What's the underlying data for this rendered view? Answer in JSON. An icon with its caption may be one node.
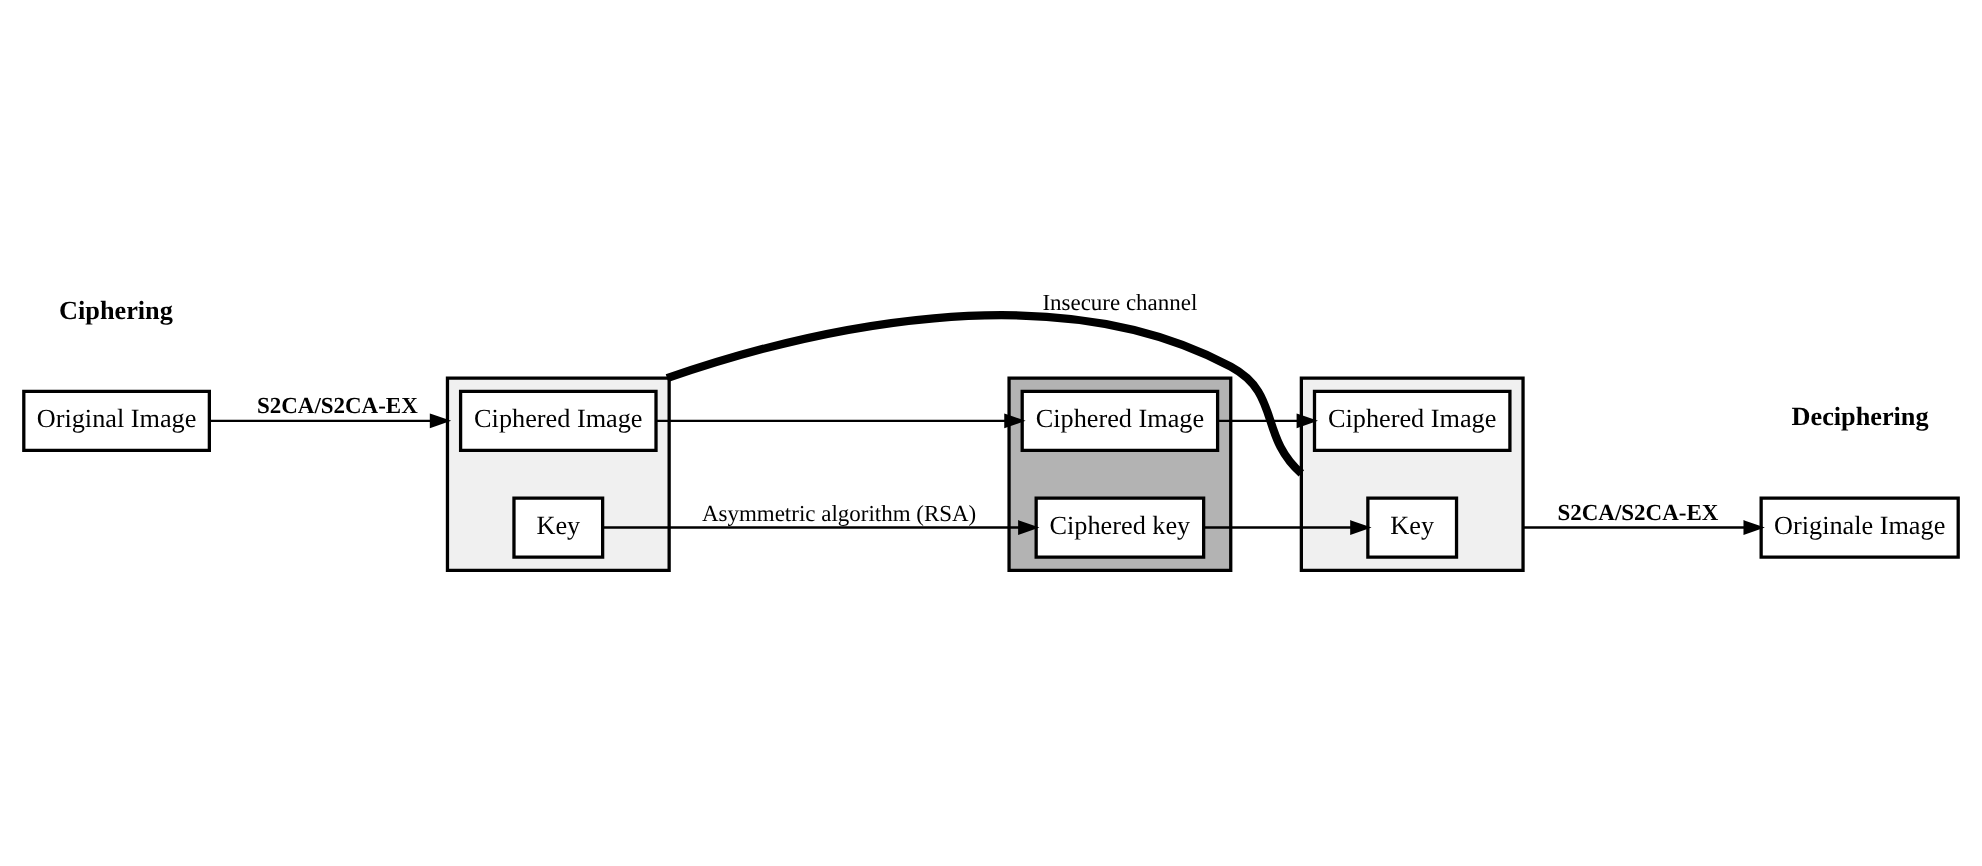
{
  "diagram": {
    "nodes": [
      {
        "text": [
          "Original Image"
        ]
      },
      {
        "text": [],
        "shape": "box"
      },
      {
        "text": [
          "Ciphered Image"
        ],
        "in": 1
      },
      {
        "text": [
          "Key"
        ],
        "in": 1
      },
      {
        "text": [],
        "shape": "box"
      },
      {
        "text": [
          "Key"
        ],
        "in": 4
      },
      {
        "text": [
          "Ciphered Image"
        ],
        "in": 4
      },
      {
        "text": [
          "Originale Image"
        ]
      },
      {
        "text": [],
        "shape": "box"
      },
      {
        "text": [
          "Ciphered key"
        ],
        "in": 8
      },
      {
        "text": [
          "Ciphered Image"
        ],
        "in": 8
      }
    ],
    "edges": [
      {
        "from": 0,
        "to": 1,
        "arrow": "to",
        "label": "S2CA/S2CA-EX"
      },
      {
        "from": 1,
        "to": 4,
        "arrow": "none",
        "label": "Insecure channel",
        "style": "thick"
      },
      {
        "from": 3,
        "to": 9,
        "arrow": "to",
        "label": "Asymmetric algorithm (RSA)"
      },
      {
        "from": 2,
        "to": 10,
        "arrow": "to"
      },
      {
        "from": 9,
        "to": 5,
        "arrow": "to"
      },
      {
        "from": 10,
        "to": 6,
        "arrow": "to"
      },
      {
        "from": 4,
        "to": 7,
        "arrow": "to",
        "label": "S2CA/S2CA-EX"
      }
    ],
    "labels": [
      "Ciphering",
      "Deciphering"
    ]
  }
}
